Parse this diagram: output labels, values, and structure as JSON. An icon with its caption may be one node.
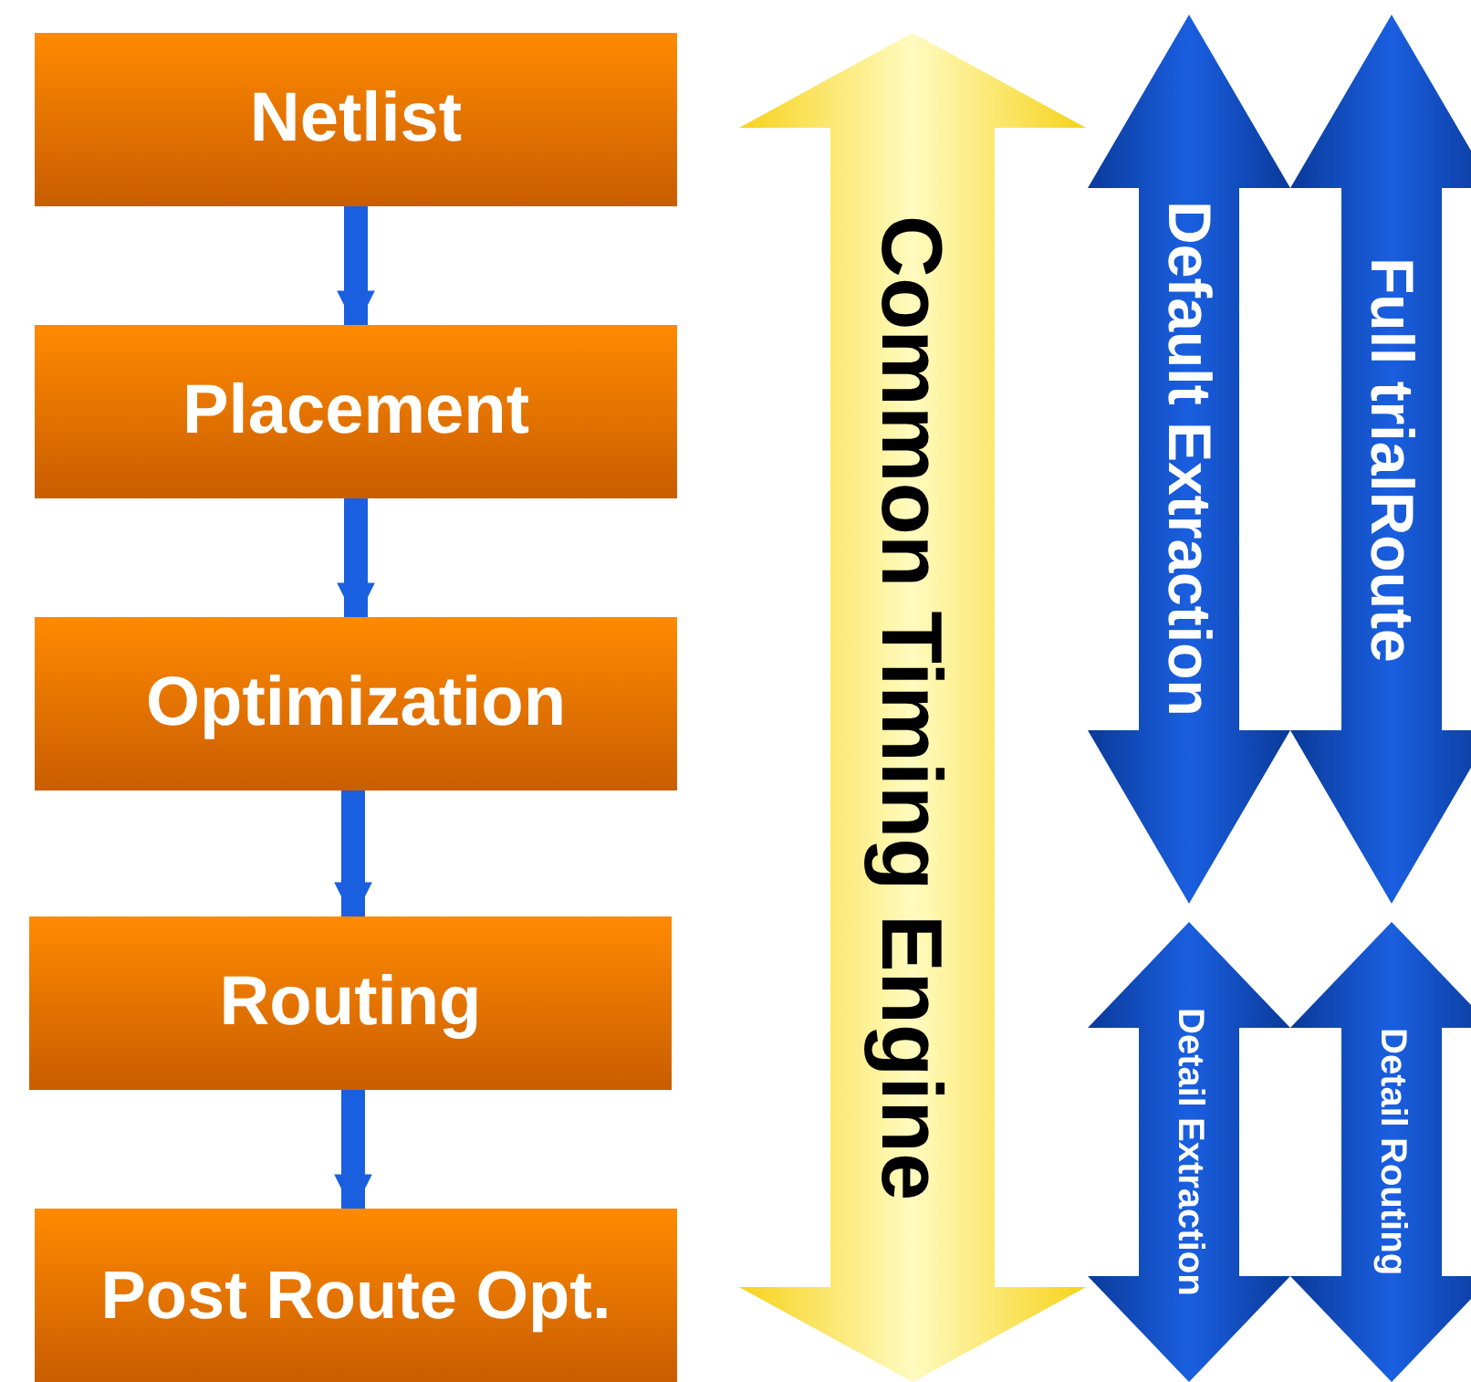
{
  "diagram": {
    "nodes": [
      {
        "text": [
          "Netlist"
        ]
      },
      {
        "text": [
          "Placement"
        ]
      },
      {
        "text": [
          "Optimization"
        ]
      },
      {
        "text": [
          "Routing"
        ]
      },
      {
        "text": [
          "Post Route Opt."
        ]
      },
      {
        "text": [
          "Common Timing Engine"
        ]
      },
      {
        "text": [
          "Default Extraction"
        ]
      },
      {
        "text": [
          "Full trialRoute"
        ]
      },
      {
        "text": [
          "Detail Extraction"
        ]
      },
      {
        "text": [
          "Detail Routing"
        ]
      }
    ],
    "edges": [
      {
        "from": 0,
        "to": 1,
        "arrow": "to"
      },
      {
        "from": 1,
        "to": 2,
        "arrow": "to"
      },
      {
        "from": 2,
        "to": 3,
        "arrow": "to"
      },
      {
        "from": 3,
        "to": 4,
        "arrow": "to"
      }
    ]
  }
}
